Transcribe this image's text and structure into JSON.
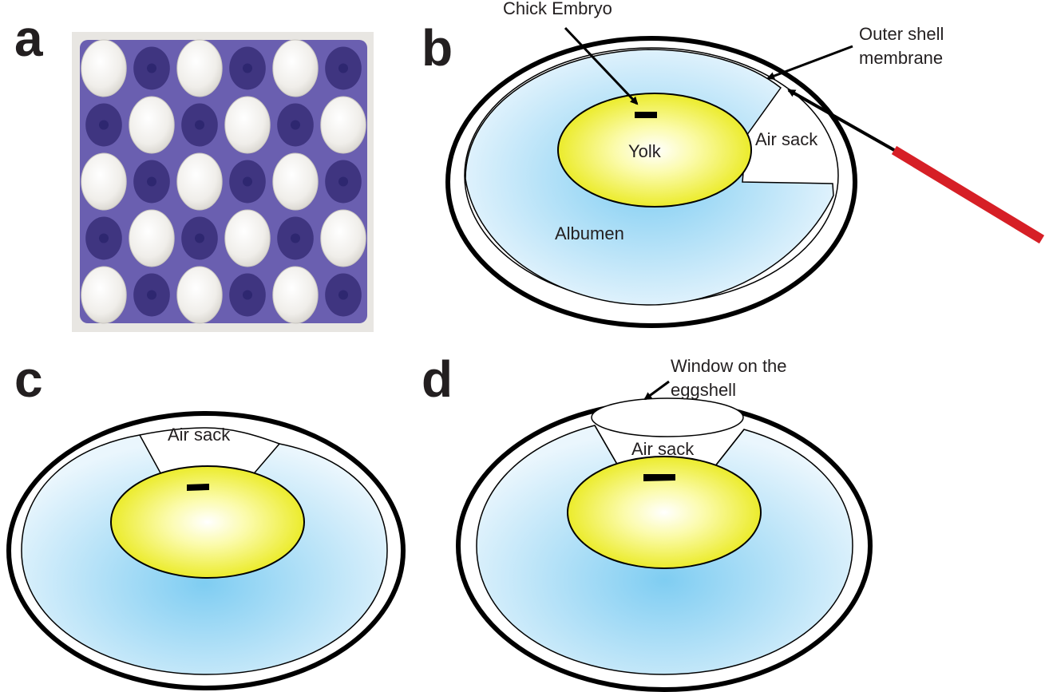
{
  "panels": {
    "a": {
      "letter": "a"
    },
    "b": {
      "letter": "b",
      "labels": {
        "chick_embryo": "Chick Embryo",
        "outer_shell_line1": "Outer shell",
        "outer_shell_line2": "membrane",
        "yolk": "Yolk",
        "air_sack": "Air sack",
        "albumen": "Albumen"
      }
    },
    "c": {
      "letter": "c",
      "labels": {
        "air_sack": "Air sack"
      }
    },
    "d": {
      "letter": "d",
      "labels": {
        "window_line1": "Window on the",
        "window_line2": "eggshell",
        "air_sack": "Air sack"
      }
    }
  },
  "colors": {
    "outline": "#000000",
    "text": "#231f20",
    "albumen_light": "#e8f5fd",
    "albumen_dark": "#7fcdf2",
    "yolk_light": "#ffffff",
    "yolk_dark": "#e6e600",
    "tray": "#6a5fb0",
    "tray_dark": "#3f3580",
    "egg": "#f2f0ec",
    "needle": "#d61f26"
  }
}
